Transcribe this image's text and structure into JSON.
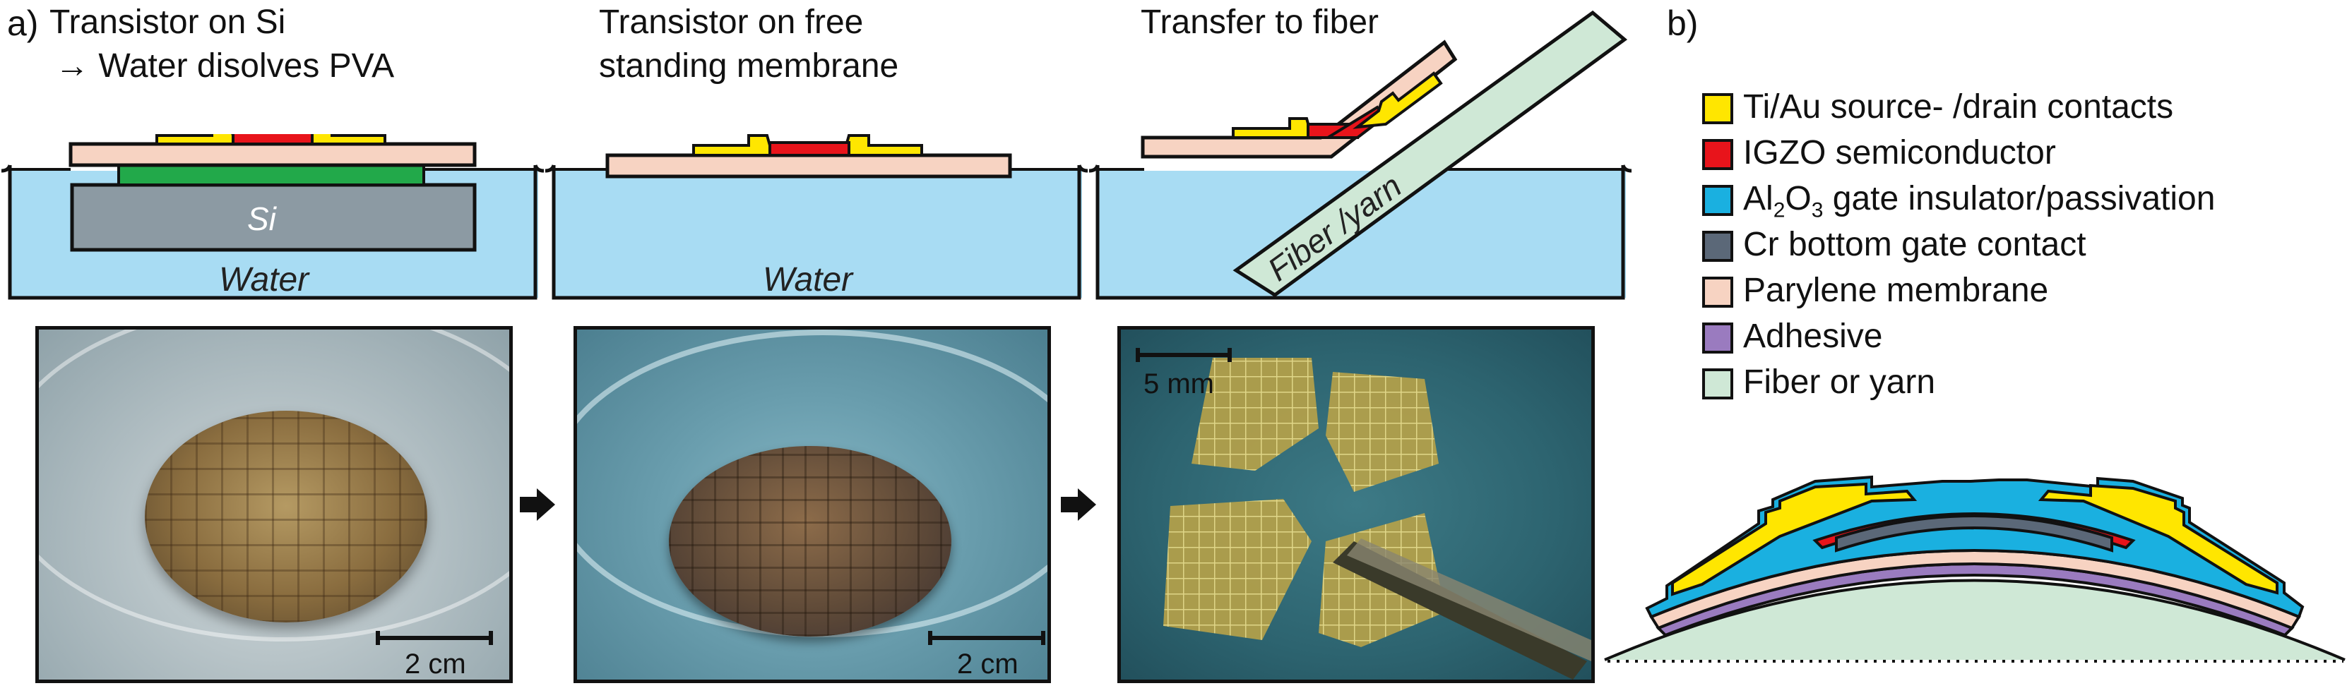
{
  "panels": {
    "a_label": "a)",
    "b_label": "b)"
  },
  "steps": [
    {
      "title_line1": "Transistor on Si",
      "title_line2": "→ Water disolves PVA",
      "layer_label": "Si",
      "medium_label": "Water"
    },
    {
      "title_line1": "Transistor on free",
      "title_line2": "standing membrane",
      "medium_label": "Water"
    },
    {
      "title_line1": "Transfer to fiber",
      "fiber_label": "Fiber /yarn"
    }
  ],
  "photos": [
    {
      "scale_label": "2 cm"
    },
    {
      "scale_label": "2 cm"
    },
    {
      "scale_label": "5 mm"
    }
  ],
  "legend": [
    {
      "label": "Ti/Au source- /drain contacts",
      "color": "#ffe600"
    },
    {
      "label": "IGZO semiconductor",
      "color": "#e8141b"
    },
    {
      "label_prefix": "Al",
      "label_sub1": "2",
      "label_mid": "O",
      "label_sub2": "3",
      "label_rest": " gate insulator/passivation",
      "color": "#1ab0e0"
    },
    {
      "label": "Cr bottom gate contact",
      "color": "#5b6878"
    },
    {
      "label": "Parylene membrane",
      "color": "#f7d3c2"
    },
    {
      "label": "Adhesive",
      "color": "#9a7bbf"
    },
    {
      "label": "Fiber or yarn",
      "color": "#cfe8d6"
    }
  ],
  "colors": {
    "water": "#a8dcf3",
    "si": "#8c9aa3",
    "pva": "#22a94a",
    "arrow": "#111111"
  }
}
